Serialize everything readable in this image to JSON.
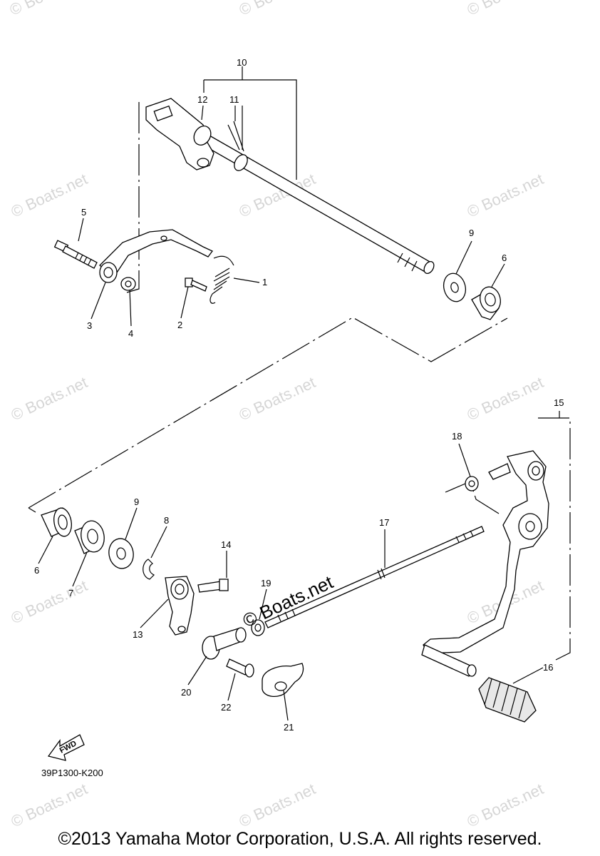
{
  "watermark": {
    "text": "© Boats.net",
    "center_text": "© Boats.net"
  },
  "callouts": {
    "c1": "1",
    "c2": "2",
    "c3": "3",
    "c4": "4",
    "c5": "5",
    "c6a": "6",
    "c6b": "6",
    "c7": "7",
    "c8": "8",
    "c9a": "9",
    "c9b": "9",
    "c10": "10",
    "c11": "11",
    "c12": "12",
    "c13": "13",
    "c14": "14",
    "c15": "15",
    "c16": "16",
    "c17": "17",
    "c18": "18",
    "c19": "19",
    "c20": "20",
    "c21": "21",
    "c22": "22"
  },
  "fwd_label": "FWD",
  "diagram_code": "39P1300-K200",
  "copyright": "©2013 Yamaha Motor Corporation, U.S.A. All rights reserved."
}
